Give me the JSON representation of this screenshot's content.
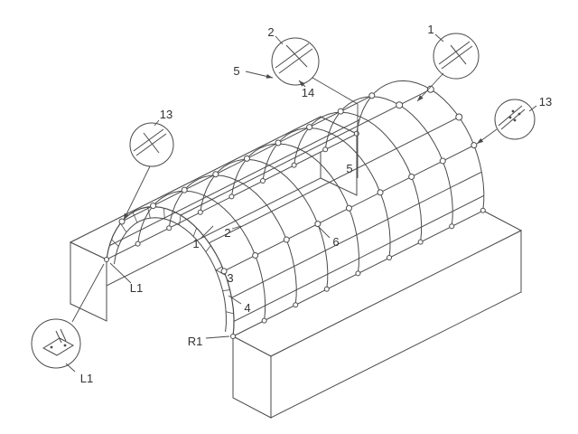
{
  "figure": {
    "background": "#ffffff",
    "line_color": "#4a4a4a",
    "text_color": "#333333"
  },
  "annotations": {
    "bubble_top_left": "2",
    "arrow_top_left": "5",
    "bubble_top_left_sub": "14",
    "bubble_top_right": "1",
    "bubble_right": "13",
    "bubble_left": "13",
    "bubble_bottom_left": "L1",
    "part_arch": "1",
    "part_purlin": "2",
    "part_outer_chord": "3",
    "part_inner_chord": "4",
    "part_ridge": "5",
    "part_brace": "6",
    "part_left_base": "L1",
    "part_right_base": "R1"
  }
}
